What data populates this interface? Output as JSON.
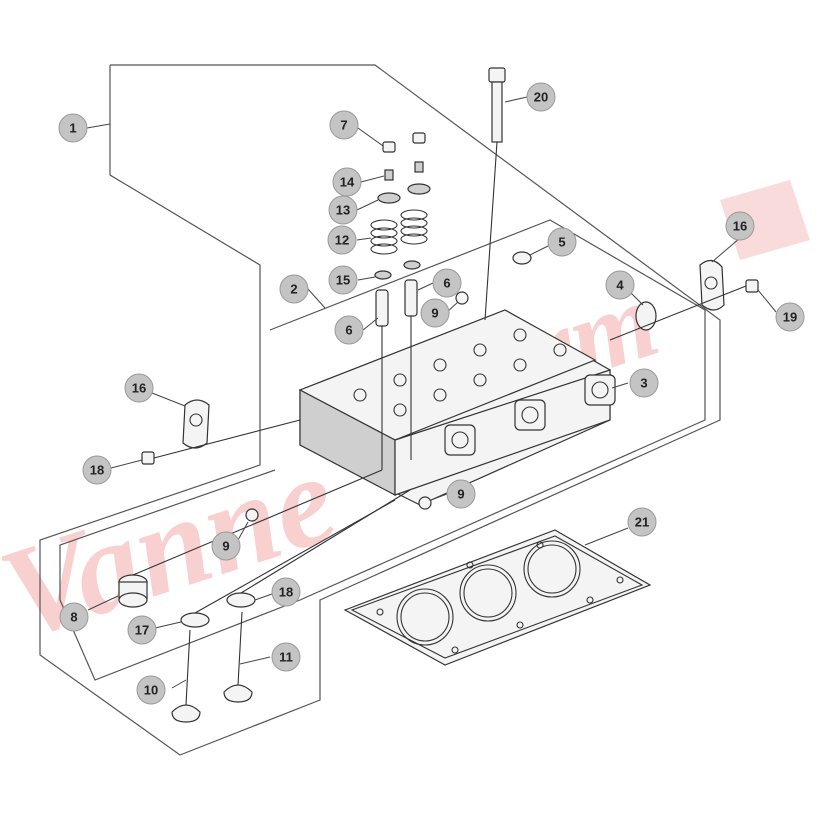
{
  "callouts": [
    {
      "id": "c1",
      "label": "1"
    },
    {
      "id": "c2",
      "label": "2"
    },
    {
      "id": "c3",
      "label": "3"
    },
    {
      "id": "c4",
      "label": "4"
    },
    {
      "id": "c5",
      "label": "5"
    },
    {
      "id": "c6a",
      "label": "6"
    },
    {
      "id": "c6b",
      "label": "6"
    },
    {
      "id": "c7",
      "label": "7"
    },
    {
      "id": "c8",
      "label": "8"
    },
    {
      "id": "c9a",
      "label": "9"
    },
    {
      "id": "c9b",
      "label": "9"
    },
    {
      "id": "c9c",
      "label": "9"
    },
    {
      "id": "c10",
      "label": "10"
    },
    {
      "id": "c11",
      "label": "11"
    },
    {
      "id": "c12",
      "label": "12"
    },
    {
      "id": "c13",
      "label": "13"
    },
    {
      "id": "c14",
      "label": "14"
    },
    {
      "id": "c15",
      "label": "15"
    },
    {
      "id": "c16a",
      "label": "16"
    },
    {
      "id": "c16b",
      "label": "16"
    },
    {
      "id": "c17",
      "label": "17"
    },
    {
      "id": "c18a",
      "label": "18"
    },
    {
      "id": "c18b",
      "label": "18"
    },
    {
      "id": "c19",
      "label": "19"
    },
    {
      "id": "c20",
      "label": "20"
    },
    {
      "id": "c21",
      "label": "21"
    }
  ],
  "colors": {
    "callout_fill": "#c4c4c4",
    "line": "#333333",
    "watermark": "#e85a5a"
  }
}
